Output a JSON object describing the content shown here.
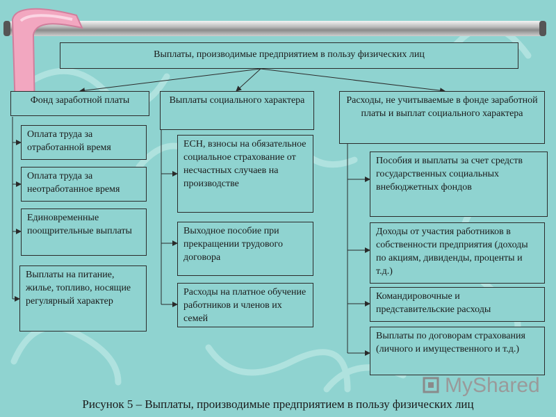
{
  "title": "Выплаты, производимые предприятием в пользу физических лиц",
  "columns": [
    {
      "head": "Фонд заработной платы",
      "items": [
        "Оплата труда за отработанной время",
        "Оплата труда за неотработанное время",
        "Единовременные поощрительные выплаты",
        "Выплаты на питание, жилье, топливо, носящие регулярный характер"
      ]
    },
    {
      "head": "Выплаты социального характера",
      "items": [
        "ЕСН, взносы на обязательное социальное страхование от несчастных случаев на производстве",
        "Выходное пособие при прекращении трудового договора",
        "Расходы на платное обучение работников и членов их семей"
      ]
    },
    {
      "head": "Расходы, не учитываемые в фонде заработной платы и выплат социального характера",
      "items": [
        "Пособия и выплаты за счет средств государственных социальных внебюджетных фондов",
        "Доходы от участия работников в собственности предприятия (доходы по акциям, дивиденды, проценты и т.д.)",
        "Командировочные и представительские расходы",
        "Выплаты по договорам страхования (личного и имущественного и т.д.)"
      ]
    }
  ],
  "caption": "Рисунок 5 – Выплаты, производимые предприятием в пользу физических лиц",
  "watermark": "MyShared",
  "colors": {
    "background": "#8fd3d0",
    "border": "#2a2a2a",
    "hook": "#f2a7c0"
  }
}
